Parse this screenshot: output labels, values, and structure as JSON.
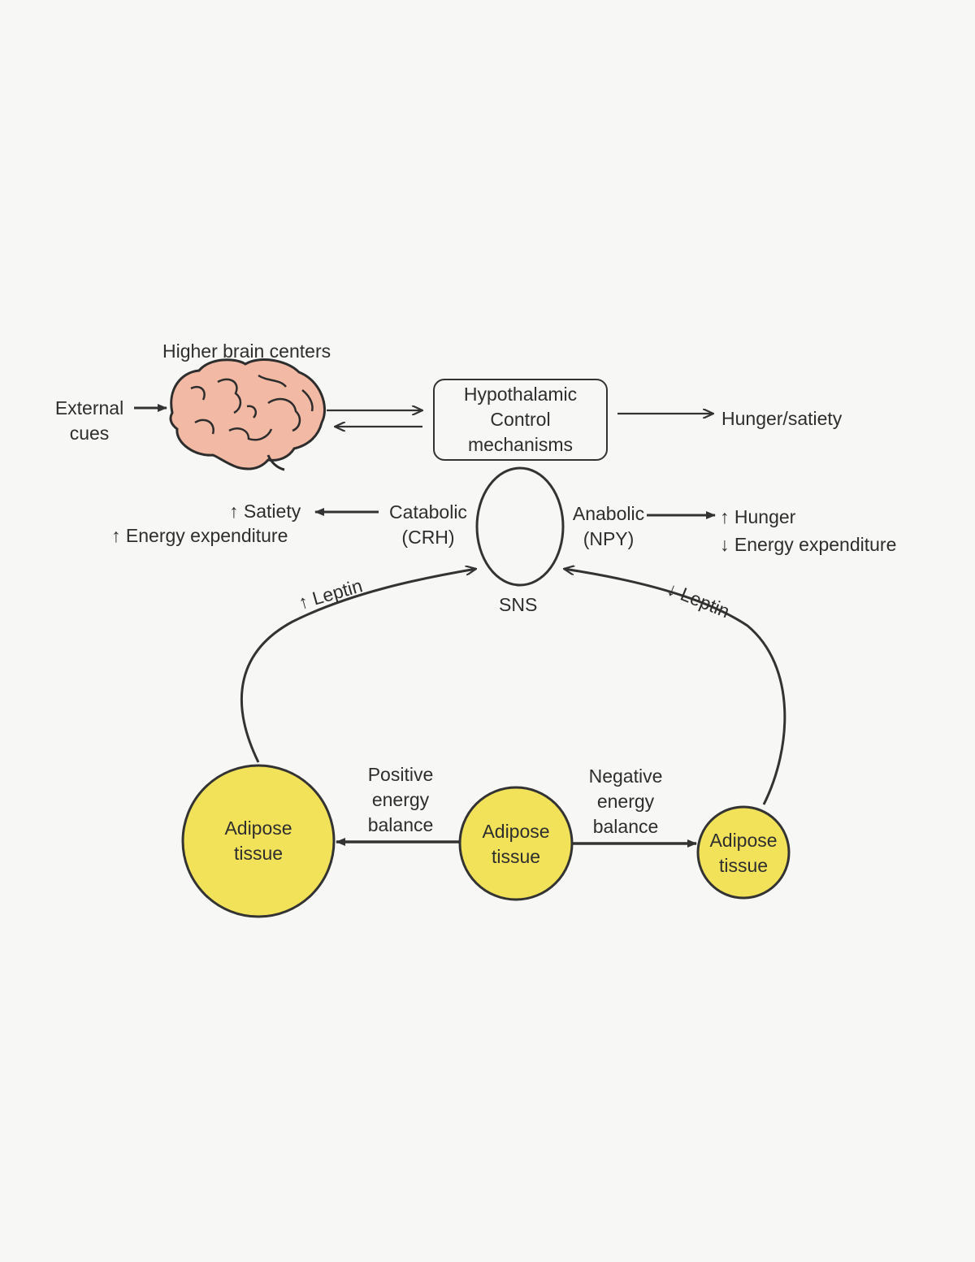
{
  "diagram": {
    "higher_brain": "Higher brain centers",
    "external_cues": {
      "line1": "External",
      "line2": "cues"
    },
    "hypothalamic": {
      "line1": "Hypothalamic",
      "line2": "Control",
      "line3": "mechanisms"
    },
    "hunger_satiety": "Hunger/satiety",
    "catabolic": {
      "line1": "Catabolic",
      "line2": "(CRH)"
    },
    "anabolic": {
      "line1": "Anabolic",
      "line2": "(NPY)"
    },
    "satiety_up": "↑ Satiety",
    "energy_up": "↑ Energy expenditure",
    "hunger_up": "↑ Hunger",
    "energy_down": "↓ Energy expenditure",
    "sns": "SNS",
    "leptin_up": "↑ Leptin",
    "leptin_down": "↓ Leptin",
    "positive_balance": {
      "line1": "Positive",
      "line2": "energy",
      "line3": "balance"
    },
    "negative_balance": {
      "line1": "Negative",
      "line2": "energy",
      "line3": "balance"
    },
    "adipose_left": {
      "line1": "Adipose",
      "line2": "tissue"
    },
    "adipose_center": {
      "line1": "Adipose",
      "line2": "tissue"
    },
    "adipose_right": {
      "line1": "Adipose",
      "line2": "tissue"
    }
  },
  "colors": {
    "adipose_fill": "#f1e25a",
    "brain_fill": "#f2b9a4",
    "line": "#333333",
    "background": "#f7f7f5"
  }
}
